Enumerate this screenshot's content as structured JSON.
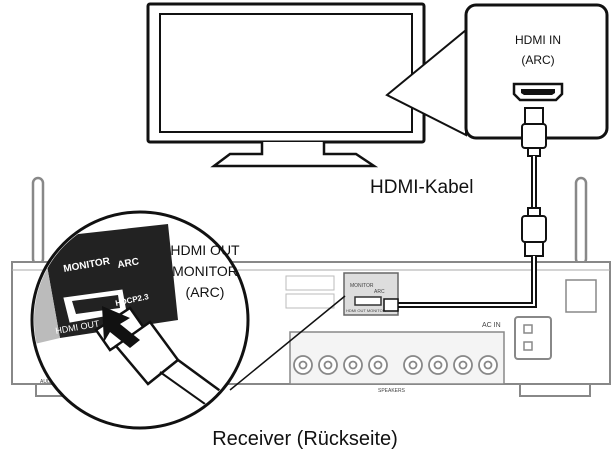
{
  "labels": {
    "tv_hdmi_in": "HDMI IN",
    "tv_arc": "(ARC)",
    "cable": "HDMI-Kabel",
    "receiver_out_line1": "HDMI OUT",
    "receiver_out_line2": "MONITOR",
    "receiver_out_line3": "(ARC)",
    "caption": "Receiver (Rückseite)",
    "zoom_monitor": "MONITOR",
    "zoom_arc": "ARC",
    "zoom_hdmi_out": "HDMI OUT",
    "zoom_hdcp": "HDCP2.3",
    "panel_monitor": "MONITOR",
    "panel_arc": "ARC",
    "panel_hdmi_out": "HDMI OUT MONITOR",
    "ac_in": "AC IN",
    "speakers": "SPEAKERS",
    "audio": "AUDIO"
  }
}
